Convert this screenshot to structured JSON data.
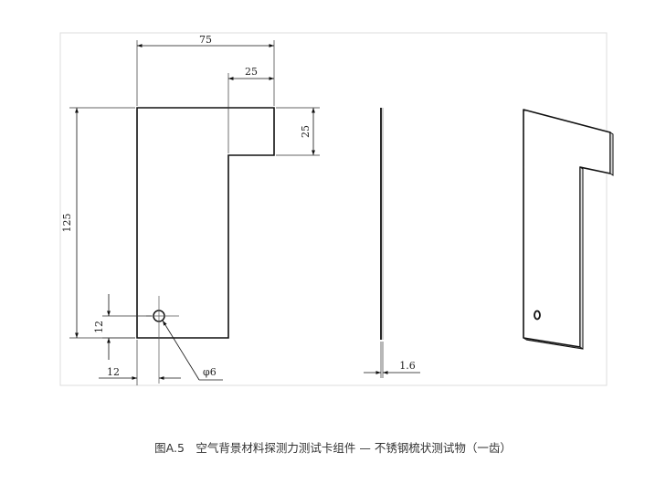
{
  "dimensions": {
    "width_overall": "75",
    "notch_width": "25",
    "notch_height": "25",
    "height_overall": "125",
    "hole_offset_y": "12",
    "hole_offset_x": "12",
    "hole_diameter": "φ6",
    "thickness": "1.6"
  },
  "caption": "图A.5　空气背景材料探测力测试卡组件 — 不锈钢梳状测试物（一齿）",
  "colors": {
    "line": "#111111",
    "thin": "#555555",
    "frame": "#d9d9d9"
  }
}
